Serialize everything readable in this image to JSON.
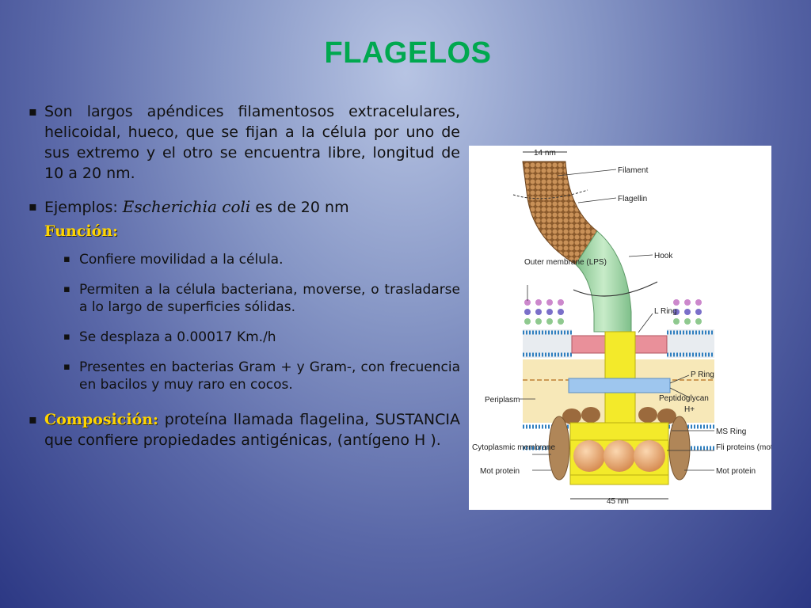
{
  "slide": {
    "title": "FLAGELOS",
    "bullets": {
      "intro": "Son largos apéndices filamentosos extracelulares, helicoidal, hueco, que se fijan a la célula por uno de sus extremo y el otro se encuentra libre, longitud de 10 a 20 nm.",
      "examples_label": "Ejemplos:",
      "examples_species": "Escherichia coli",
      "examples_rest": "es de 20 nm",
      "function_label": "Función:",
      "function_items": [
        "Confiere movilidad a la célula.",
        "Permiten a la célula bacteriana, moverse, o trasladarse a lo largo de superficies sólidas.",
        "Se desplaza a 0.00017 Km./h",
        "Presentes en bacterias Gram + y Gram-, con frecuencia en bacilos y muy raro en cocos."
      ],
      "composition_label": "Composición:",
      "composition_text": "proteína llamada flagelina, SUSTANCIA que confiere propiedades antigénicas, (antígeno H )."
    }
  },
  "diagram": {
    "labels": {
      "top_width": "14 nm",
      "filament": "Filament",
      "flagellin": "Flagellin",
      "hook": "Hook",
      "outer_membrane": "Outer membrane (LPS)",
      "l_ring": "L Ring",
      "p_ring": "P Ring",
      "peptidoglycan": "Peptidoglycan",
      "periplasm": "Periplasm",
      "h_plus": "H+",
      "ms_ring": "MS Ring",
      "fli_proteins": "Fli proteins (motor switch)",
      "cytoplasmic_membrane": "Cytoplasmic membrane",
      "mot_protein_left": "Mot protein",
      "mot_protein_right": "Mot protein",
      "bottom_width": "45 nm"
    },
    "colors": {
      "filament": "#a9743e",
      "hook": "#9fd1a6",
      "l_ring": "#e9909a",
      "p_ring": "#9ec6ee",
      "rod": "#f3ea2a",
      "motor": "#e9a876"
    }
  }
}
